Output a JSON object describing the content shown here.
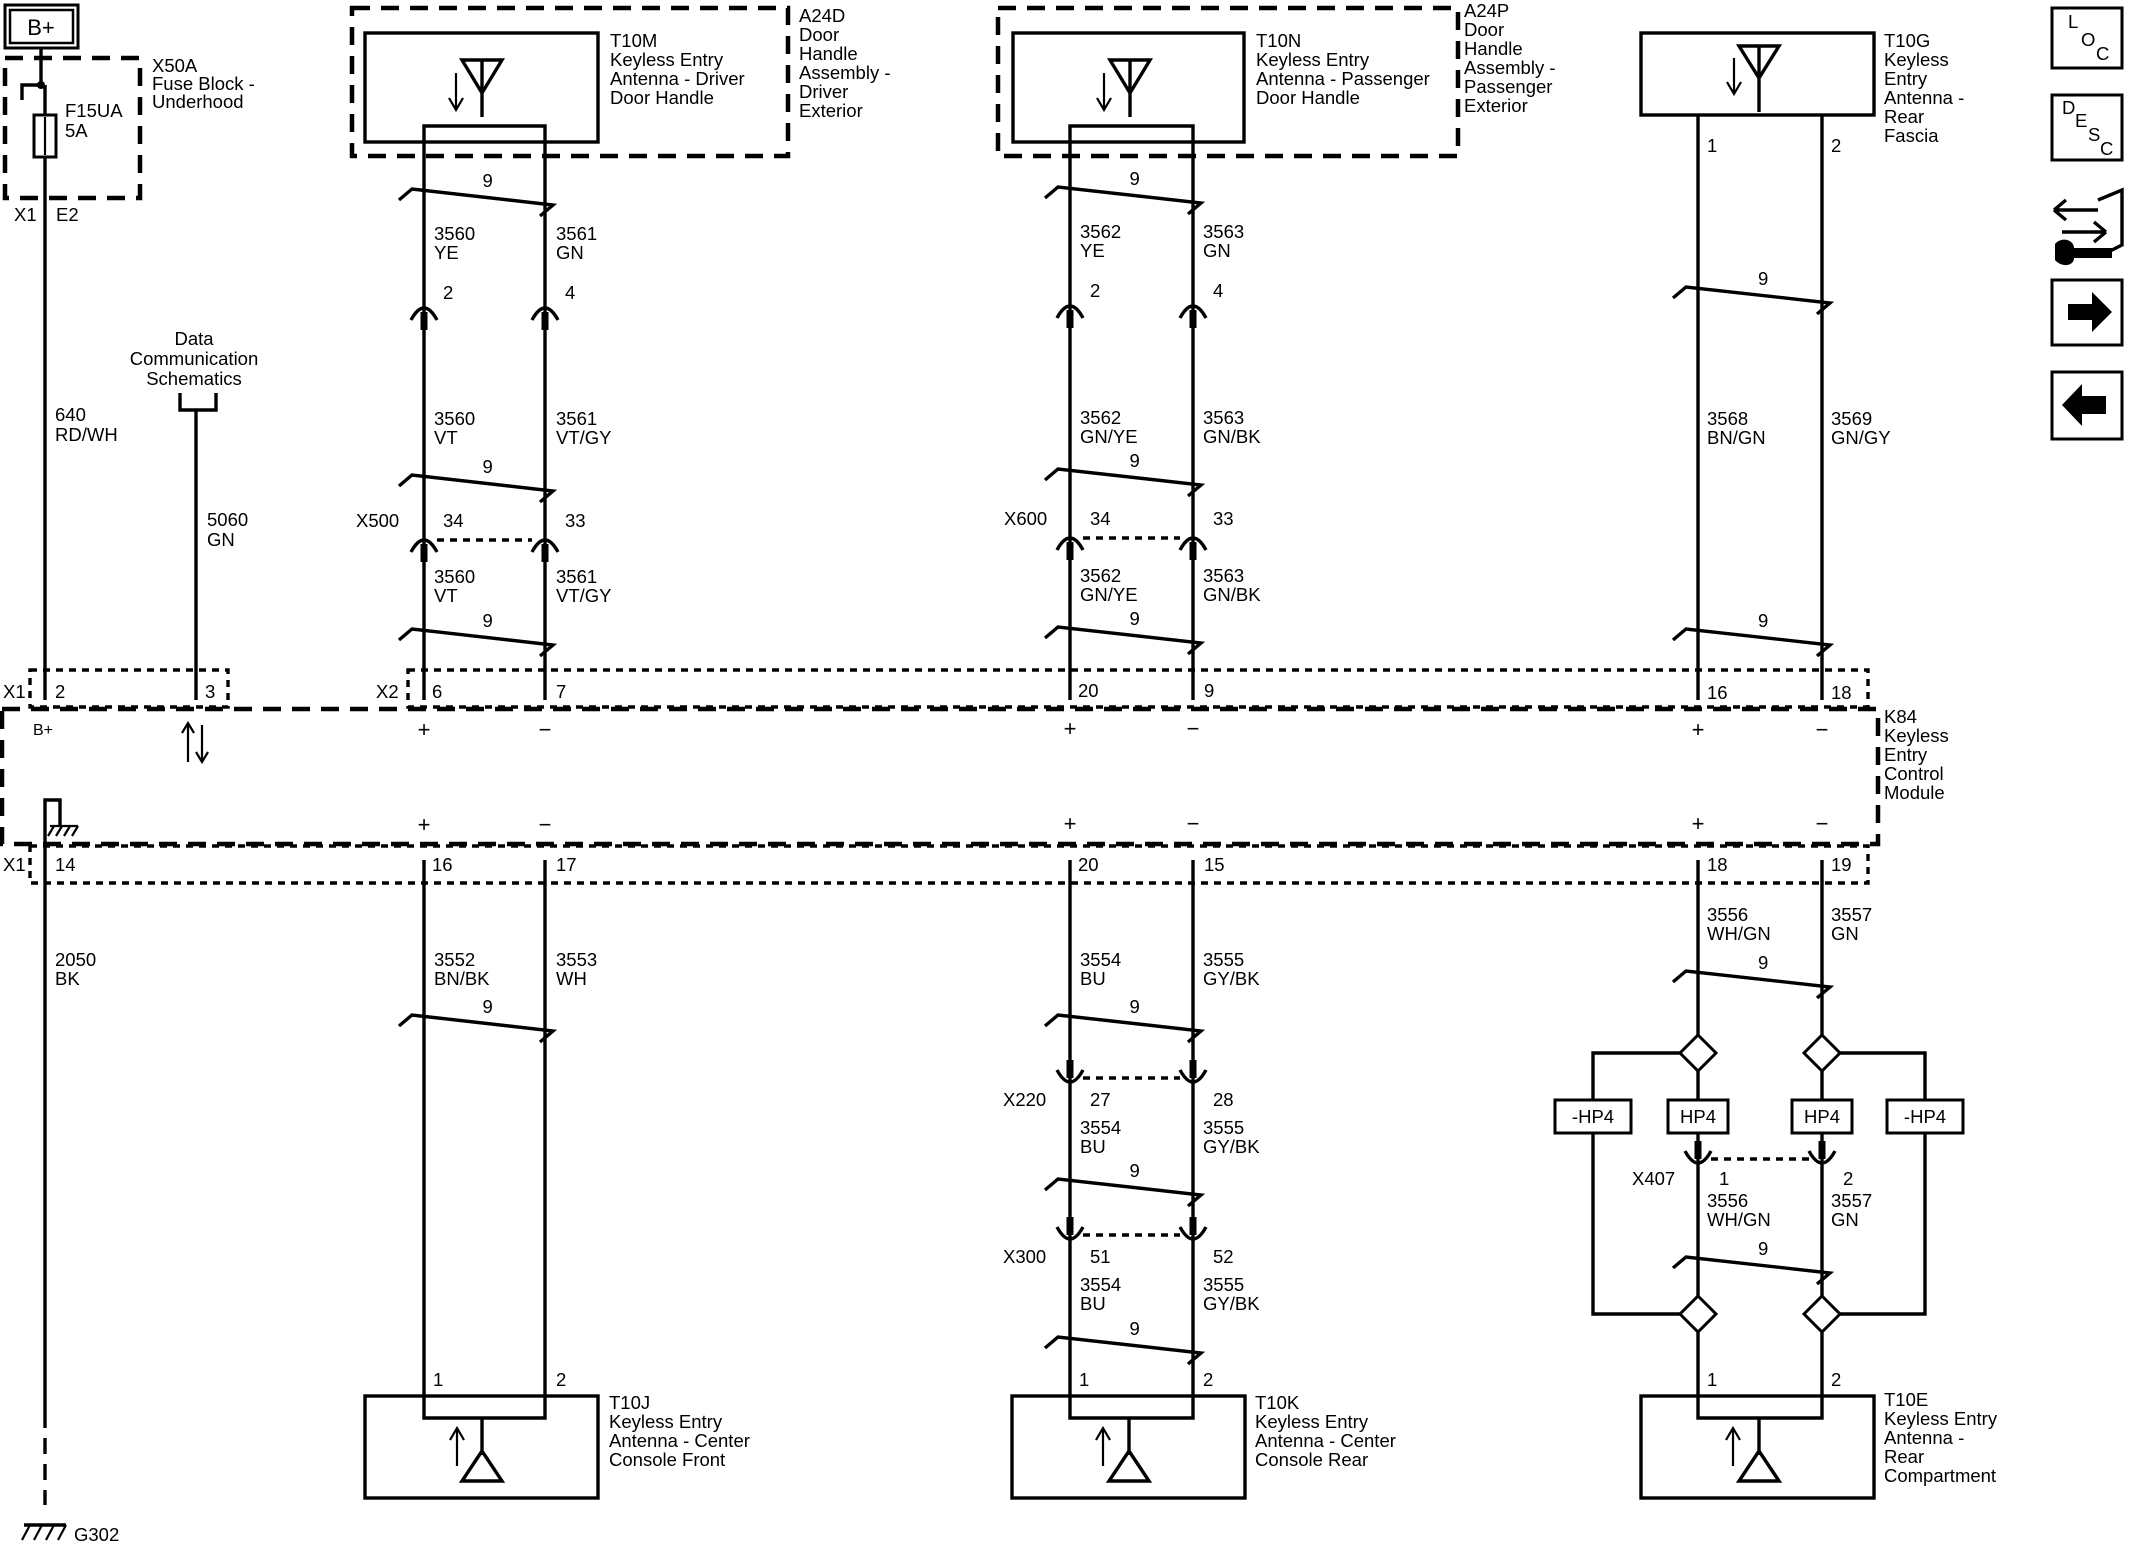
{
  "power": {
    "label": "B+"
  },
  "fuse_block": {
    "ref": "X50A",
    "name": "Fuse Block -",
    "name2": "Underhood",
    "fuse": "F15UA",
    "amp": "5A",
    "conn": "X1",
    "pin": "E2"
  },
  "power_wire": {
    "circuit": "640",
    "color": "RD/WH"
  },
  "data_comm": {
    "line1": "Data",
    "line2": "Communication",
    "line3": "Schematics",
    "circuit": "5060",
    "color": "GN"
  },
  "ground_wire": {
    "circuit": "2050",
    "color": "BK",
    "ground": "G302"
  },
  "twist": "9",
  "x500": "X500",
  "x600": "X600",
  "x220": "X220",
  "x300": "X300",
  "x407": "X407",
  "x1": "X1",
  "x2": "X2",
  "b_plus_pin": "B+",
  "plus": "+",
  "minus": "−",
  "hp4": "HP4",
  "neg_hp4": "-HP4",
  "module": {
    "ref": "K84",
    "l1": "Keyless",
    "l2": "Entry",
    "l3": "Control",
    "l4": "Module"
  },
  "t10m": {
    "ref": "T10M",
    "l1": "Keyless Entry",
    "l2": "Antenna - Driver",
    "l3": "Door Handle",
    "parent": [
      "A24D",
      "Door",
      "Handle",
      "Assembly -",
      "Driver",
      "Exterior"
    ],
    "top": [
      {
        "c": "3560",
        "col": "YE"
      },
      {
        "c": "3561",
        "col": "GN"
      }
    ],
    "mid": [
      {
        "c": "3560",
        "col": "VT"
      },
      {
        "c": "3561",
        "col": "VT/GY"
      }
    ],
    "low": [
      {
        "c": "3560",
        "col": "VT"
      },
      {
        "c": "3561",
        "col": "VT/GY"
      }
    ],
    "inline_pins": [
      "2",
      "4"
    ],
    "x500_pins": [
      "34",
      "33"
    ],
    "mod_pins": [
      "6",
      "7"
    ]
  },
  "t10n": {
    "ref": "T10N",
    "l1": "Keyless Entry",
    "l2": "Antenna - Passenger",
    "l3": "Door Handle",
    "parent": [
      "A24P",
      "Door",
      "Handle",
      "Assembly -",
      "Passenger",
      "Exterior"
    ],
    "top": [
      {
        "c": "3562",
        "col": "YE"
      },
      {
        "c": "3563",
        "col": "GN"
      }
    ],
    "mid": [
      {
        "c": "3562",
        "col": "GN/YE"
      },
      {
        "c": "3563",
        "col": "GN/BK"
      }
    ],
    "low": [
      {
        "c": "3562",
        "col": "GN/YE"
      },
      {
        "c": "3563",
        "col": "GN/BK"
      }
    ],
    "inline_pins": [
      "2",
      "4"
    ],
    "x600_pins": [
      "34",
      "33"
    ],
    "mod_pins": [
      "20",
      "9"
    ]
  },
  "t10g": {
    "ref": "T10G",
    "l1": "Keyless",
    "l2": "Entry",
    "l3": "Antenna -",
    "l4": "Rear",
    "l5": "Fascia",
    "pins": [
      "1",
      "2"
    ],
    "wires": [
      {
        "c": "3568",
        "col": "BN/GN"
      },
      {
        "c": "3569",
        "col": "GN/GY"
      }
    ],
    "mod_pins": [
      "16",
      "18"
    ]
  },
  "x1_top_pins": [
    "2",
    "3"
  ],
  "x1_bottom_pin": "14",
  "t10j": {
    "ref": "T10J",
    "l1": "Keyless Entry",
    "l2": "Antenna - Center",
    "l3": "Console Front",
    "mod_pins": [
      "16",
      "17"
    ],
    "wires": [
      {
        "c": "3552",
        "col": "BN/BK"
      },
      {
        "c": "3553",
        "col": "WH"
      }
    ],
    "pins": [
      "1",
      "2"
    ]
  },
  "t10k": {
    "ref": "T10K",
    "l1": "Keyless Entry",
    "l2": "Antenna - Center",
    "l3": "Console Rear",
    "mod_pins": [
      "20",
      "15"
    ],
    "wires": [
      {
        "c": "3554",
        "col": "BU"
      },
      {
        "c": "3555",
        "col": "GY/BK"
      }
    ],
    "x220_pins": [
      "27",
      "28"
    ],
    "x300_pins": [
      "51",
      "52"
    ],
    "pins": [
      "1",
      "2"
    ]
  },
  "t10e": {
    "ref": "T10E",
    "l1": "Keyless Entry",
    "l2": "Antenna -",
    "l3": "Rear",
    "l4": "Compartment",
    "mod_pins": [
      "18",
      "19"
    ],
    "wires": [
      {
        "c": "3556",
        "col": "WH/GN"
      },
      {
        "c": "3557",
        "col": "GN"
      }
    ],
    "x407_pins": [
      "1",
      "2"
    ],
    "pins": [
      "1",
      "2"
    ]
  },
  "nav": {
    "loc": [
      "L",
      "O",
      "C"
    ],
    "desc": [
      "D",
      "E",
      "S",
      "C"
    ]
  }
}
